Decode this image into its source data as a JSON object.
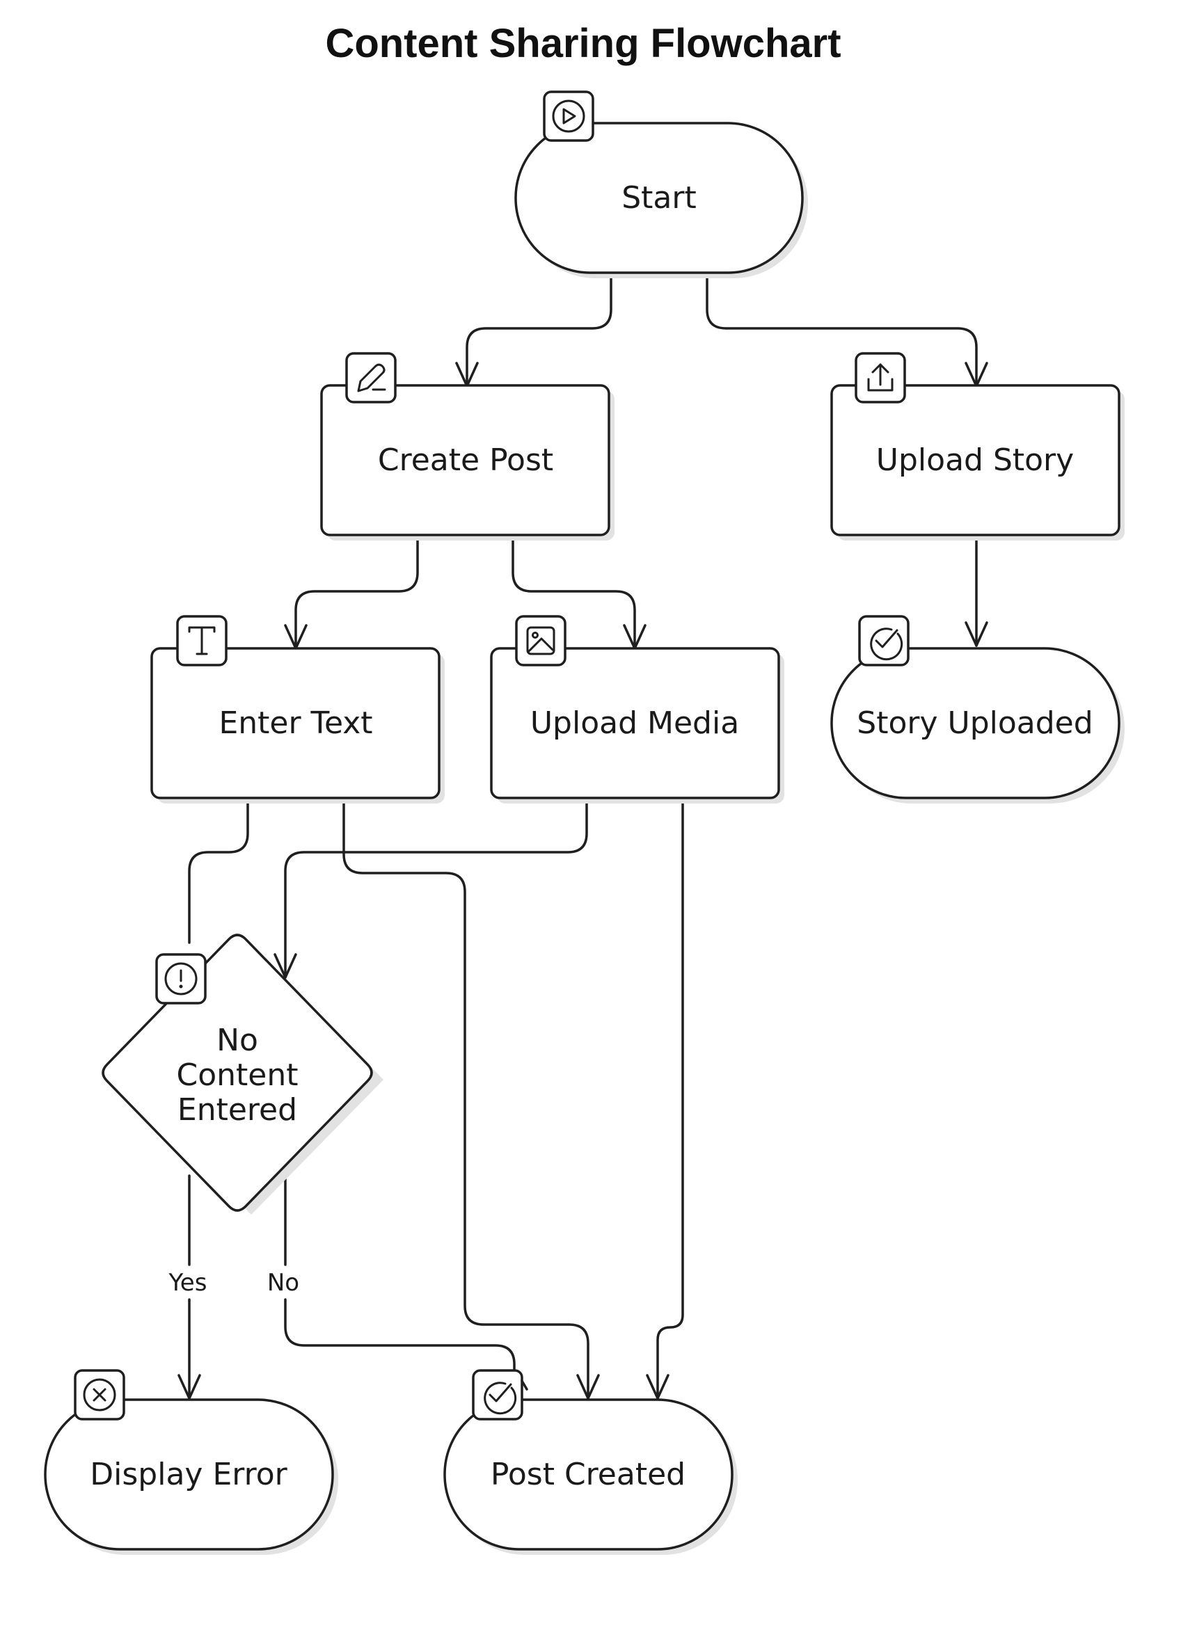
{
  "title": "Content Sharing Flowchart",
  "nodes": {
    "start": {
      "label": "Start",
      "icon": "play-icon"
    },
    "create_post": {
      "label": "Create Post",
      "icon": "pencil-icon"
    },
    "upload_story": {
      "label": "Upload Story",
      "icon": "upload-icon"
    },
    "enter_text": {
      "label": "Enter Text",
      "icon": "text-icon"
    },
    "upload_media": {
      "label": "Upload Media",
      "icon": "image-icon"
    },
    "story_uploaded": {
      "label": "Story Uploaded",
      "icon": "check-circle-icon"
    },
    "no_content": {
      "label_lines": [
        "No",
        "Content",
        "Entered"
      ],
      "icon": "alert-circle-icon"
    },
    "display_error": {
      "label": "Display Error",
      "icon": "x-circle-icon"
    },
    "post_created": {
      "label": "Post Created",
      "icon": "check-circle-icon"
    }
  },
  "edge_labels": {
    "yes": "Yes",
    "no": "No"
  }
}
